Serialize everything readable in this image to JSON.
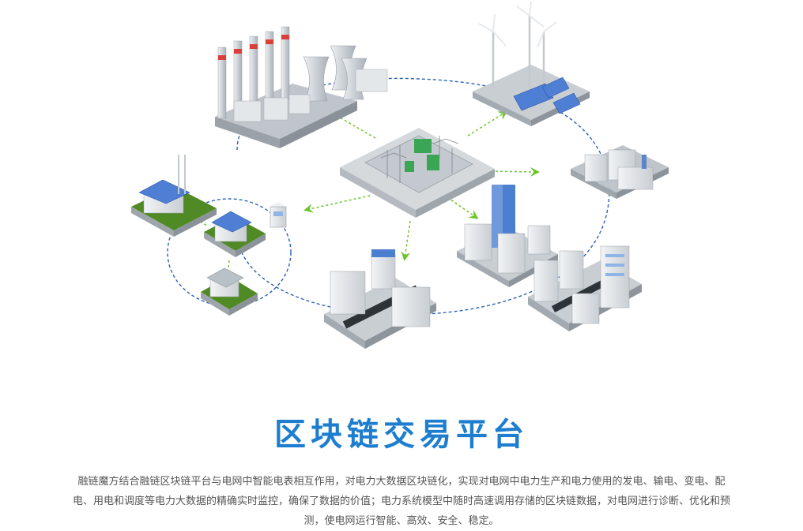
{
  "title": "区块链交易平台",
  "description_lines": [
    "融链魔方结合融链区块链平台与电网中智能电表相互作用，对电力大数据区块链化，实现对电网中电力生产和电力使用的发电、输电、变电、配",
    "电、用电和调度等电力大数据的精确实时监控，确保了数据的价值；电力系统模型中随时高速调用存储的区块链数据，对电网进行诊断、优化和预",
    "测，使电网运行智能、高效、安全、稳定。"
  ],
  "diagram": {
    "nodes": [
      {
        "id": "thermal-power-plant",
        "icon": "thermal-power-plant"
      },
      {
        "id": "wind-solar-farm",
        "icon": "wind-turbines-solar-panels"
      },
      {
        "id": "central-platform",
        "icon": "substation-hub"
      },
      {
        "id": "substation",
        "icon": "substation"
      },
      {
        "id": "office-buildings-a",
        "icon": "office-buildings"
      },
      {
        "id": "office-buildings-b",
        "icon": "city-block"
      },
      {
        "id": "residential-block",
        "icon": "residential-block"
      },
      {
        "id": "smart-meter",
        "icon": "smart-meter"
      },
      {
        "id": "house-solar-large",
        "icon": "solar-house"
      },
      {
        "id": "house-solar-small",
        "icon": "solar-house"
      },
      {
        "id": "house-small",
        "icon": "house"
      }
    ],
    "colors": {
      "ring": "#2b62b8",
      "arrow": "#6cc42c",
      "platform": "#cfd3d6",
      "roof": "#4e7fd4",
      "grass": "#4f8a24",
      "building": "#e8ecef",
      "window": "#8fb5e8"
    }
  }
}
